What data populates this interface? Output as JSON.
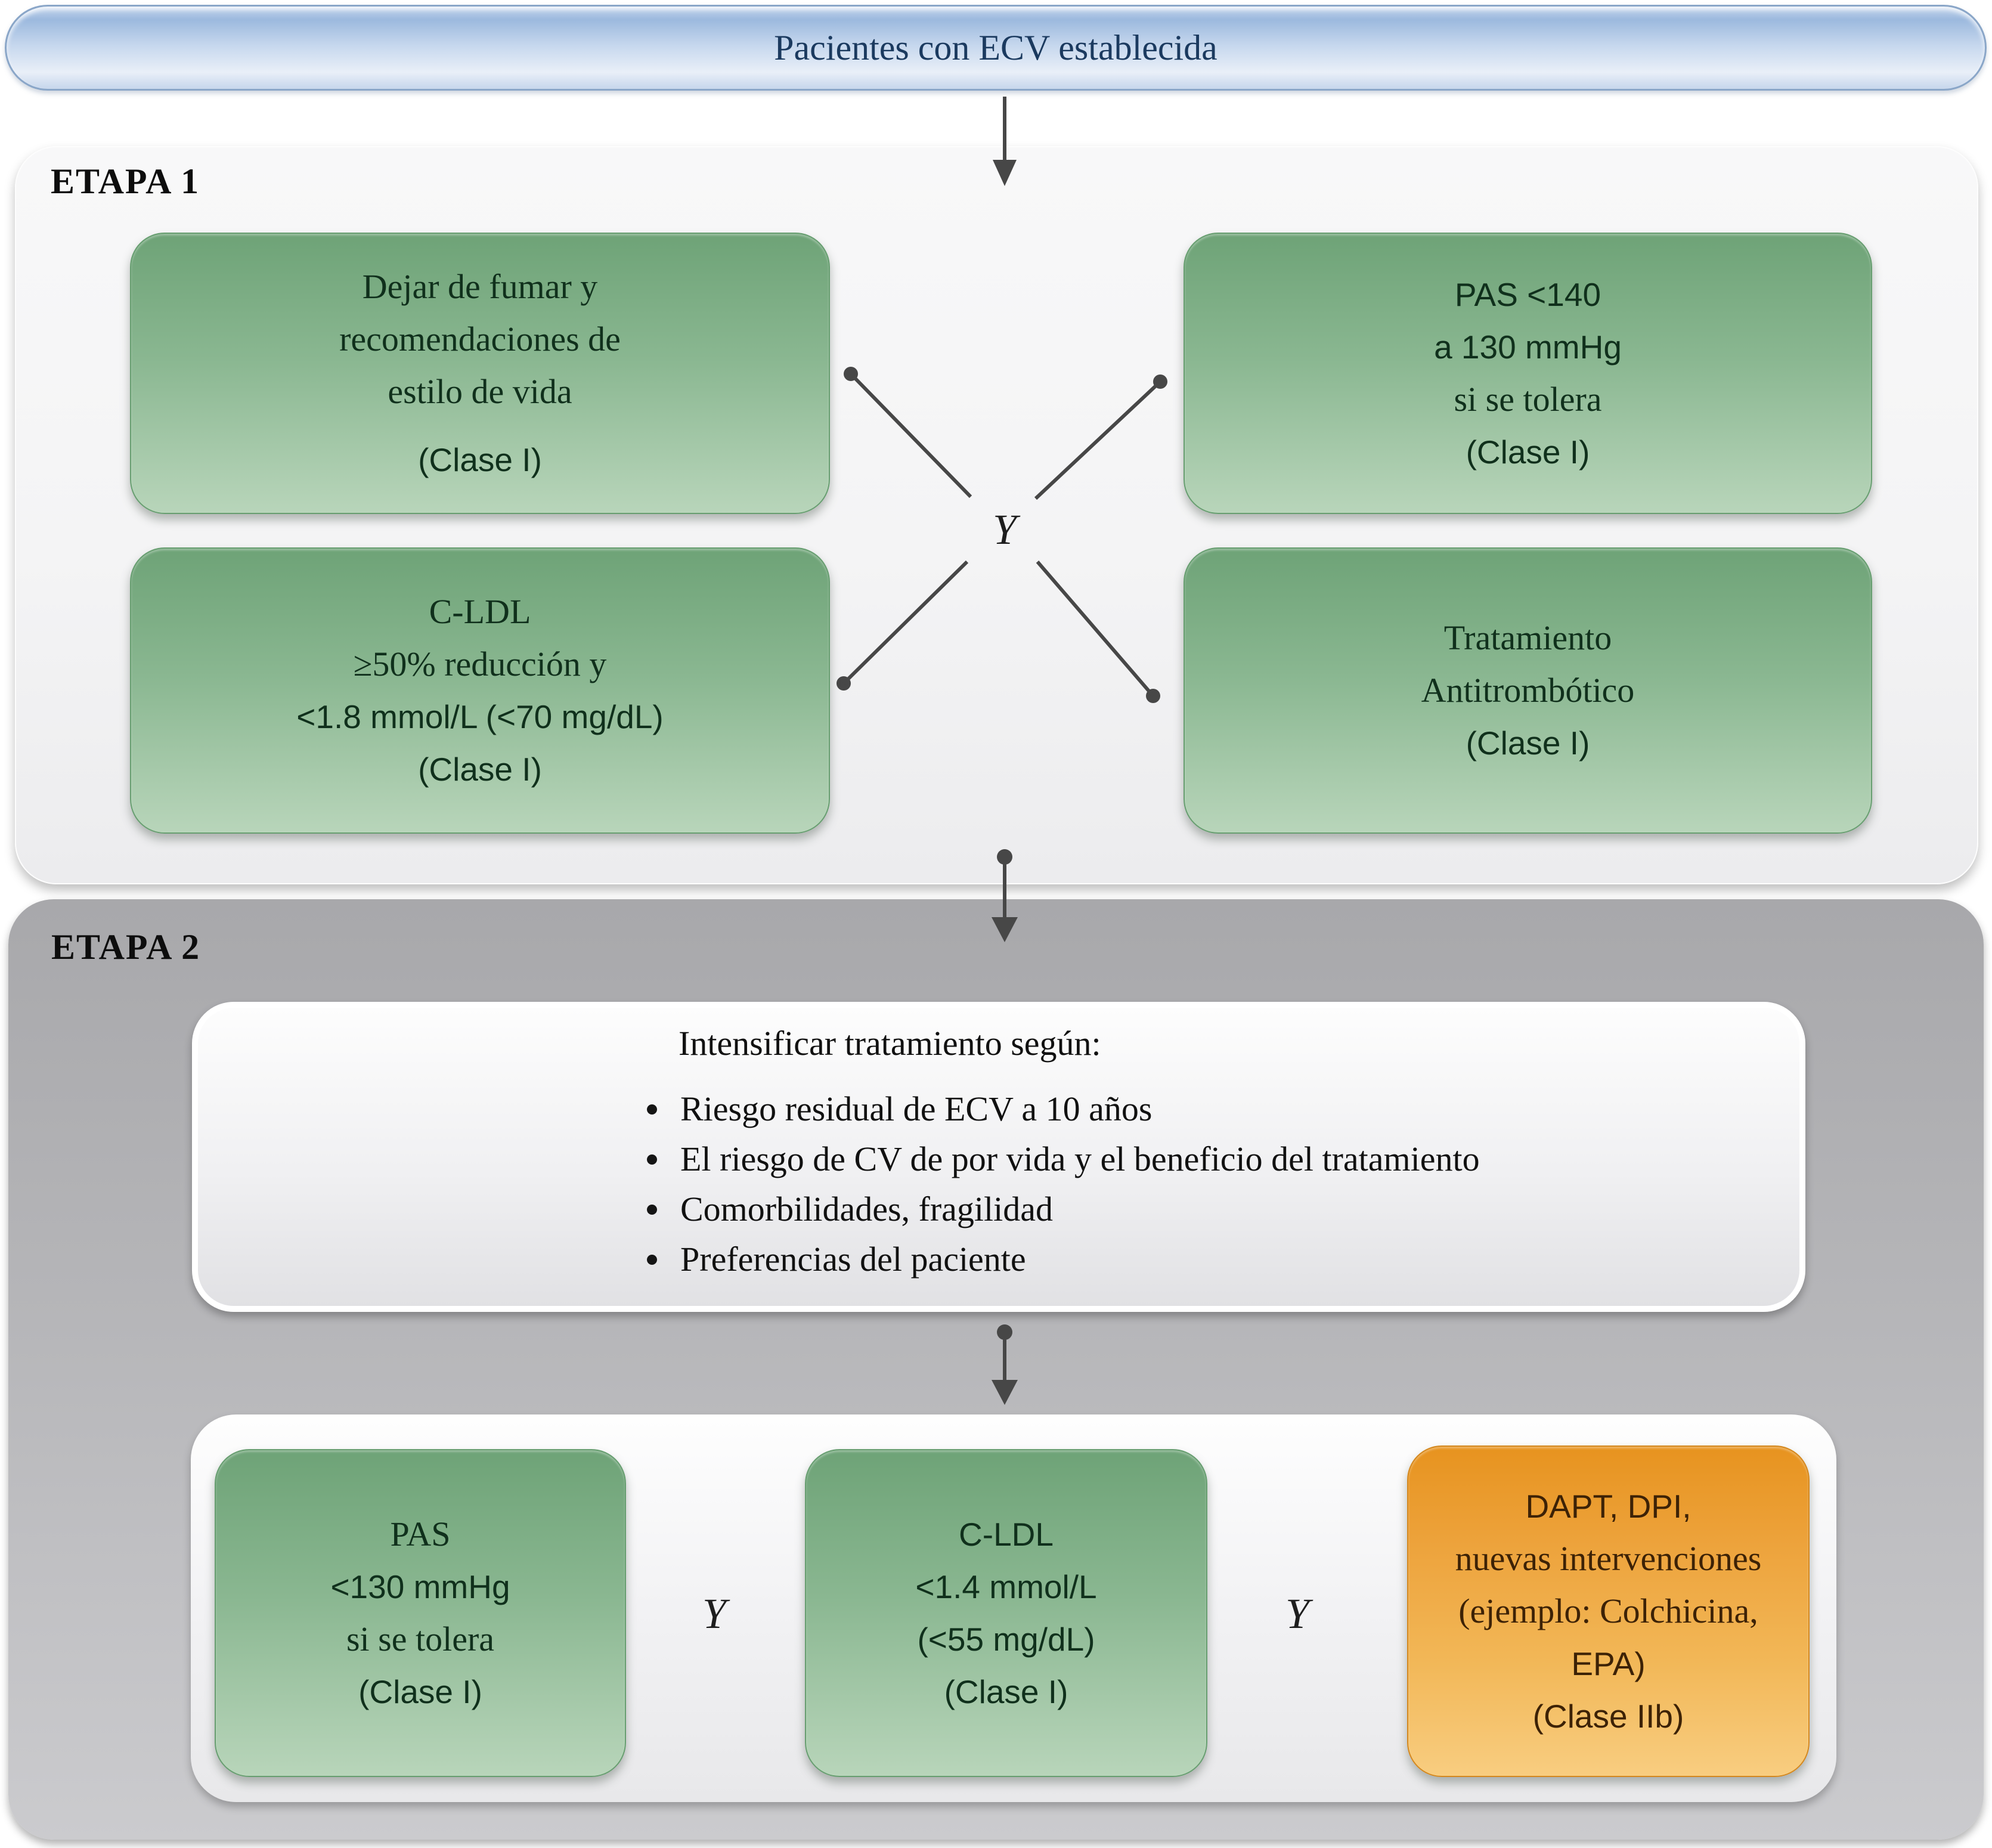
{
  "banner": {
    "title": "Pacientes con ECV establecida"
  },
  "stage1": {
    "label": "ETAPA 1",
    "and_label": "Y",
    "boxes": {
      "lifestyle": {
        "lines": [
          {
            "t": "Dejar de fumar y",
            "f": "serif"
          },
          {
            "t": "recomendaciones de",
            "f": "serif"
          },
          {
            "t": "estilo de vida",
            "f": "serif"
          },
          {
            "t": "(Clase I)",
            "f": "sans"
          }
        ]
      },
      "blood_pressure": {
        "lines": [
          {
            "t": "PAS <140",
            "f": "sans"
          },
          {
            "t": "a 130 mmHg",
            "f": "sans"
          },
          {
            "t": "si se tolera",
            "f": "serif"
          },
          {
            "t": "(Clase I)",
            "f": "sans"
          }
        ]
      },
      "ldl": {
        "lines": [
          {
            "t": "C-LDL",
            "f": "serif"
          },
          {
            "t": "≥50% reducción y",
            "f": "serif"
          },
          {
            "t": "<1.8 mmol/L (<70 mg/dL)",
            "f": "sans"
          },
          {
            "t": "(Clase I)",
            "f": "sans"
          }
        ]
      },
      "antithrombotic": {
        "lines": [
          {
            "t": "Tratamiento",
            "f": "serif"
          },
          {
            "t": "Antitrombótico",
            "f": "serif"
          },
          {
            "t": "(Clase I)",
            "f": "sans"
          }
        ]
      }
    }
  },
  "stage2": {
    "label": "ETAPA 2",
    "and_labels": [
      "Y",
      "Y"
    ],
    "criteria": {
      "heading": "Intensificar tratamiento según:",
      "items": [
        "Riesgo residual de ECV a 10 años",
        "El riesgo de CV de por vida y el beneficio del tratamiento",
        "Comorbilidades, fragilidad",
        "Preferencias del paciente"
      ]
    },
    "boxes": {
      "blood_pressure": {
        "lines": [
          {
            "t": "PAS",
            "f": "serif"
          },
          {
            "t": "<130 mmHg",
            "f": "sans"
          },
          {
            "t": "si se tolera",
            "f": "serif"
          },
          {
            "t": "(Clase I)",
            "f": "sans"
          }
        ]
      },
      "ldl": {
        "lines": [
          {
            "t": "C-LDL",
            "f": "sans"
          },
          {
            "t": "<1.4 mmol/L",
            "f": "sans"
          },
          {
            "t": "(<55 mg/dL)",
            "f": "sans"
          },
          {
            "t": "(Clase I)",
            "f": "sans"
          }
        ]
      },
      "new_interventions": {
        "lines": [
          {
            "t": "DAPT, DPI,",
            "f": "sans"
          },
          {
            "t": "nuevas intervenciones",
            "f": "serif"
          },
          {
            "t": "(ejemplo: Colchicina,",
            "f": "serif"
          },
          {
            "t": "EPA)",
            "f": "sans"
          },
          {
            "t": "(Clase IIb)",
            "f": "sans"
          }
        ]
      }
    }
  },
  "colors": {
    "banner_blue": "#9cb9de",
    "banner_text": "#1b3a5f",
    "green_top": "#6ea377",
    "green_bottom": "#b8d5ba",
    "green_text": "#10301c",
    "orange_top": "#e7931f",
    "orange_bottom": "#f8cd80",
    "orange_text": "#3d2206",
    "stage1_bg": "#f4f4f5",
    "stage2_gray": "#a8a8ab",
    "connector_gray": "#474747"
  }
}
